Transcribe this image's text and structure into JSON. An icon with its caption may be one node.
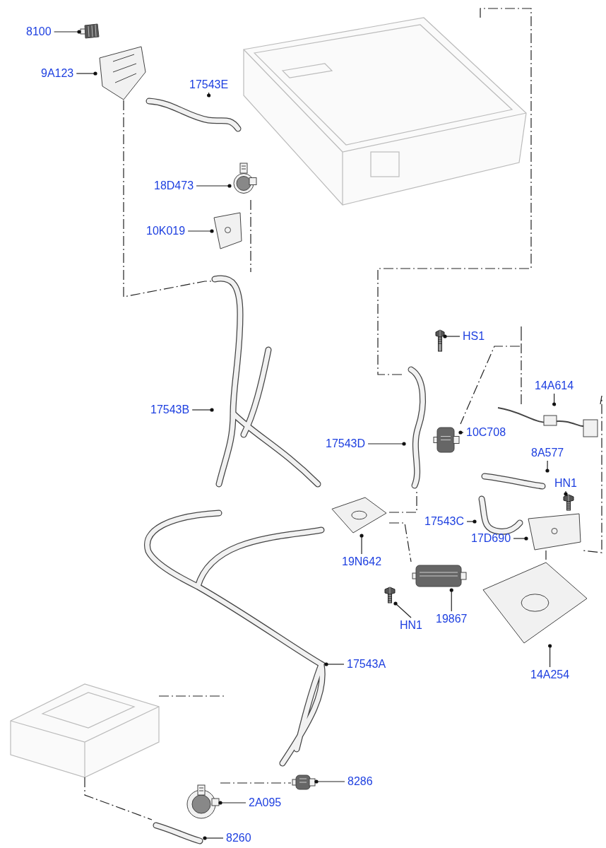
{
  "diagram": {
    "nodes": [
      {
        "text": [
          "8100"
        ]
      },
      {
        "text": [],
        "shape": "picture"
      },
      {
        "text": [
          "9A123"
        ]
      },
      {
        "text": [],
        "shape": "picture"
      },
      {
        "text": [
          "17543E"
        ]
      },
      {
        "text": [],
        "shape": "picture"
      },
      {
        "text": [
          "18D473"
        ]
      },
      {
        "text": [],
        "shape": "picture"
      },
      {
        "text": [
          "10K019"
        ]
      },
      {
        "text": [],
        "shape": "picture"
      },
      {
        "text": [
          "17543B"
        ]
      },
      {
        "text": [],
        "shape": "picture"
      },
      {
        "text": [
          "17543D"
        ]
      },
      {
        "text": [],
        "shape": "picture"
      },
      {
        "text": [
          "HS1"
        ]
      },
      {
        "text": [],
        "shape": "picture"
      },
      {
        "text": [
          "10C708"
        ]
      },
      {
        "text": [],
        "shape": "picture"
      },
      {
        "text": [
          "14A614"
        ]
      },
      {
        "text": [],
        "shape": "picture"
      },
      {
        "text": [
          "8A577"
        ]
      },
      {
        "text": [],
        "shape": "picture"
      },
      {
        "text": [
          "HN1"
        ]
      },
      {
        "text": [],
        "shape": "picture"
      },
      {
        "text": [
          "17543C"
        ]
      },
      {
        "text": [],
        "shape": "picture"
      },
      {
        "text": [
          "17D690"
        ]
      },
      {
        "text": [],
        "shape": "picture"
      },
      {
        "text": [
          "19N642"
        ]
      },
      {
        "text": [],
        "shape": "picture"
      },
      {
        "text": [
          "HN1"
        ]
      },
      {
        "text": [],
        "shape": "picture"
      },
      {
        "text": [
          "19867"
        ]
      },
      {
        "text": [],
        "shape": "picture"
      },
      {
        "text": [
          "14A254"
        ]
      },
      {
        "text": [],
        "shape": "picture"
      },
      {
        "text": [
          "17543A"
        ]
      },
      {
        "text": [],
        "shape": "picture"
      },
      {
        "text": [
          "8286"
        ]
      },
      {
        "text": [],
        "shape": "picture"
      },
      {
        "text": [
          "2A095"
        ]
      },
      {
        "text": [],
        "shape": "picture"
      },
      {
        "text": [
          "8260"
        ]
      },
      {
        "text": [],
        "shape": "picture"
      },
      {
        "text": [],
        "shape": "picture"
      },
      {
        "text": [],
        "shape": "picture"
      }
    ],
    "edges": [
      {
        "from": 0,
        "to": 1,
        "arrow": "other"
      },
      {
        "from": 2,
        "to": 3,
        "arrow": "other"
      },
      {
        "from": 4,
        "to": 5,
        "arrow": "other"
      },
      {
        "from": 6,
        "to": 7,
        "arrow": "other"
      },
      {
        "from": 8,
        "to": 9,
        "arrow": "other"
      },
      {
        "from": 10,
        "to": 11,
        "arrow": "other"
      },
      {
        "from": 12,
        "to": 13,
        "arrow": "other"
      },
      {
        "from": 14,
        "to": 15,
        "arrow": "other"
      },
      {
        "from": 16,
        "to": 17,
        "arrow": "other"
      },
      {
        "from": 18,
        "to": 19,
        "arrow": "other"
      },
      {
        "from": 20,
        "to": 21,
        "arrow": "other"
      },
      {
        "from": 22,
        "to": 23,
        "arrow": "other"
      },
      {
        "from": 24,
        "to": 25,
        "arrow": "other"
      },
      {
        "from": 26,
        "to": 27,
        "arrow": "other"
      },
      {
        "from": 28,
        "to": 29,
        "arrow": "other"
      },
      {
        "from": 30,
        "to": 31,
        "arrow": "other"
      },
      {
        "from": 32,
        "to": 33,
        "arrow": "other"
      },
      {
        "from": 34,
        "to": 35,
        "arrow": "other"
      },
      {
        "from": 36,
        "to": 37,
        "arrow": "other"
      },
      {
        "from": 38,
        "to": 39,
        "arrow": "other"
      },
      {
        "from": 40,
        "to": 41,
        "arrow": "other"
      },
      {
        "from": 42,
        "to": 43,
        "arrow": "other"
      },
      {
        "from": 3,
        "to": 11,
        "arrow": "none",
        "style": "dashed"
      },
      {
        "from": 7,
        "to": 11,
        "arrow": "none",
        "style": "dashed"
      },
      {
        "from": 44,
        "to": 13,
        "arrow": "none",
        "style": "dashed"
      },
      {
        "from": 29,
        "to": 13,
        "arrow": "none",
        "style": "dashed"
      },
      {
        "from": 19,
        "to": 17,
        "arrow": "none",
        "style": "dashed"
      },
      {
        "from": 29,
        "to": 33,
        "arrow": "none",
        "style": "dashed"
      },
      {
        "from": 19,
        "to": 27,
        "arrow": "none",
        "style": "dashed"
      },
      {
        "from": 27,
        "to": 35,
        "arrow": "none",
        "style": "dashed"
      },
      {
        "from": 45,
        "to": 43,
        "arrow": "none",
        "style": "dashed"
      },
      {
        "from": 45,
        "to": 37,
        "arrow": "none",
        "style": "dashed"
      },
      {
        "from": 41,
        "to": 39,
        "arrow": "none",
        "style": "dashed"
      }
    ]
  }
}
